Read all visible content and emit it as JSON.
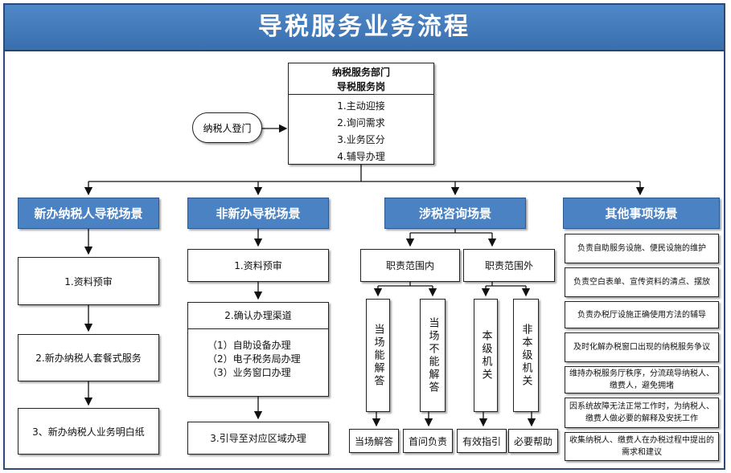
{
  "title": "导税服务业务流程",
  "top": {
    "dept": "纳税服务部门",
    "post": "导税服务岗",
    "steps": [
      "1.主动迎接",
      "2.询问需求",
      "3.业务区分",
      "4.辅导办理"
    ],
    "entry": "纳税人登门"
  },
  "scenarios": {
    "new": {
      "header": "新办纳税人导税场景",
      "steps": [
        "1.资料预审",
        "2.新办纳税人套餐式服务",
        "3、新办纳税人业务明白纸"
      ]
    },
    "nonnew": {
      "header": "非新办导税场景",
      "step1": "1.资料预审",
      "step2_title": "2.确认办理渠道",
      "channels": [
        "（1）自助设备办理",
        "（2）电子税务局办理",
        "（3）业务窗口办理"
      ],
      "step3": "3.引导至对应区域办理"
    },
    "consult": {
      "header": "涉税咨询场景",
      "inside": "职责范围内",
      "outside": "职责范围外",
      "cols": [
        "当场能解答",
        "当场不能解答",
        "本级机关",
        "非本级机关"
      ],
      "results": [
        "当场解答",
        "首问负责",
        "有效指引",
        "必要帮助"
      ]
    },
    "other": {
      "header": "其他事项场景",
      "items": [
        "负责自助服务设施、便民设施的维护",
        "负责空白表单、宣传资料的清点、摆放",
        "负责办税厅设施正确使用方法的辅导",
        "及时化解办税窗口出现的纳税服务争议",
        "维持办税服务厅秩序，分流疏导纳税人、缴费人，避免拥堵",
        "因系统故障无法正常工作时，为纳税人、缴费人做必要的解释及安抚工作",
        "收集纳税人、缴费人在办税过程中提出的需求和建议"
      ]
    }
  }
}
